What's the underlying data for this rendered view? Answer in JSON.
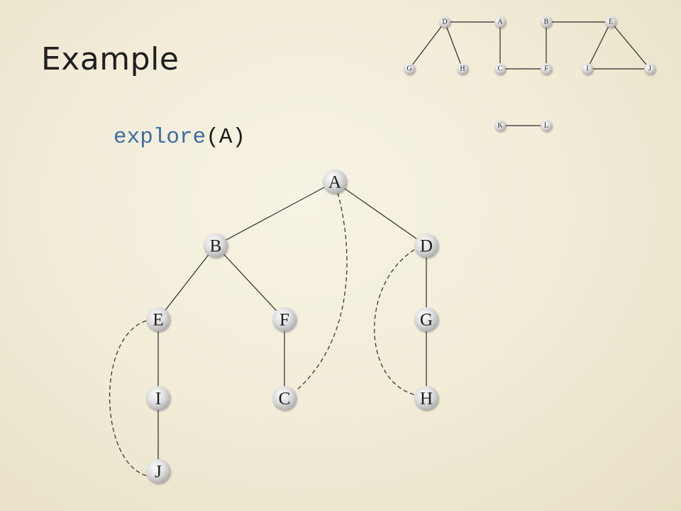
{
  "title": "Example",
  "call": {
    "function": "explore",
    "open": "(",
    "arg": "A",
    "close": ")"
  },
  "colors": {
    "node_fill_light": "#ffffff",
    "node_fill_dark": "#a9a9a9",
    "edge": "#2b2b2b",
    "function_name": "#3c6ea3"
  },
  "dfs_tree": {
    "nodes": [
      {
        "id": "A",
        "label": "A"
      },
      {
        "id": "B",
        "label": "B"
      },
      {
        "id": "D",
        "label": "D"
      },
      {
        "id": "E",
        "label": "E"
      },
      {
        "id": "F",
        "label": "F"
      },
      {
        "id": "G",
        "label": "G"
      },
      {
        "id": "I",
        "label": "I"
      },
      {
        "id": "C",
        "label": "C"
      },
      {
        "id": "H",
        "label": "H"
      },
      {
        "id": "J",
        "label": "J"
      }
    ],
    "tree_edges": [
      [
        "A",
        "B"
      ],
      [
        "A",
        "D"
      ],
      [
        "B",
        "E"
      ],
      [
        "B",
        "F"
      ],
      [
        "E",
        "I"
      ],
      [
        "I",
        "J"
      ],
      [
        "F",
        "C"
      ],
      [
        "D",
        "G"
      ],
      [
        "G",
        "H"
      ]
    ],
    "back_edges": [
      [
        "A",
        "C"
      ],
      [
        "D",
        "H"
      ],
      [
        "E",
        "J"
      ]
    ]
  },
  "graph": {
    "nodes": [
      {
        "id": "D",
        "label": "D"
      },
      {
        "id": "A",
        "label": "A"
      },
      {
        "id": "B",
        "label": "B"
      },
      {
        "id": "E",
        "label": "E"
      },
      {
        "id": "G",
        "label": "G"
      },
      {
        "id": "H",
        "label": "H"
      },
      {
        "id": "C",
        "label": "C"
      },
      {
        "id": "F",
        "label": "F"
      },
      {
        "id": "I",
        "label": "I"
      },
      {
        "id": "J",
        "label": "J"
      },
      {
        "id": "K",
        "label": "K"
      },
      {
        "id": "L",
        "label": "L"
      }
    ],
    "edges": [
      [
        "D",
        "A"
      ],
      [
        "D",
        "G"
      ],
      [
        "D",
        "H"
      ],
      [
        "A",
        "C"
      ],
      [
        "B",
        "F"
      ],
      [
        "C",
        "F"
      ],
      [
        "B",
        "E"
      ],
      [
        "E",
        "I"
      ],
      [
        "E",
        "J"
      ],
      [
        "I",
        "J"
      ],
      [
        "K",
        "L"
      ]
    ]
  }
}
